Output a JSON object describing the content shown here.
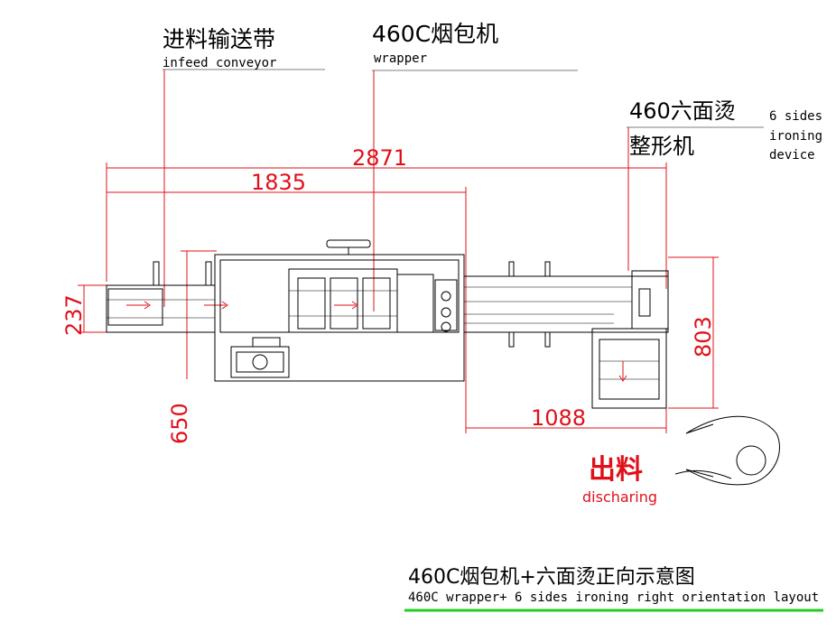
{
  "labels": {
    "infeed": {
      "cn": "进料输送带",
      "en": "infeed conveyor"
    },
    "wrapper": {
      "cn": "460C烟包机",
      "en": "wrapper"
    },
    "ironing": {
      "cn_line1": "460六面烫",
      "cn_line2": "整形机",
      "en_line1": "6 sides",
      "en_line2": "ironing",
      "en_line3": "device"
    },
    "discharge": {
      "cn": "出料",
      "en": "discharing"
    }
  },
  "dimensions": {
    "d2871": "2871",
    "d1835": "1835",
    "d237": "237",
    "d650": "650",
    "d803": "803",
    "d1088": "1088"
  },
  "caption": {
    "cn": "460C烟包机+六面烫正向示意图",
    "en": "460C wrapper+ 6 sides ironing right orientation layout"
  },
  "colors": {
    "dimension": "#e0101a",
    "caption_underline": "#22cc22",
    "line": "#000000"
  }
}
